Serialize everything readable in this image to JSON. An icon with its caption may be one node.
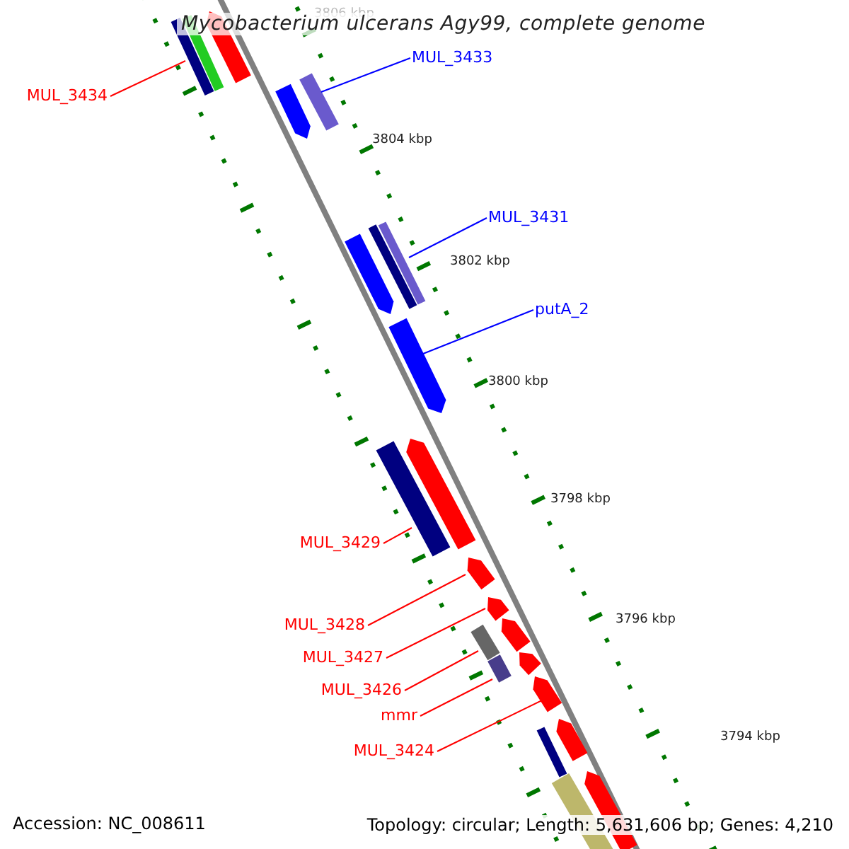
{
  "diagram": {
    "title": "Mycobacterium ulcerans Agy99, complete genome",
    "nodes": [
      {
        "text": [
          "MUL_3434"
        ]
      },
      {
        "text": [
          "MUL_3433"
        ]
      },
      {
        "text": [
          "MUL_3431"
        ]
      },
      {
        "text": [
          "putA_2"
        ]
      },
      {
        "text": [
          "MUL_3429"
        ]
      },
      {
        "text": [
          "MUL_3428"
        ]
      },
      {
        "text": [
          "MUL_3427"
        ]
      },
      {
        "text": [
          "MUL_3426"
        ]
      },
      {
        "text": [
          "mmr"
        ]
      },
      {
        "text": [
          "MUL_3424"
        ]
      },
      {
        "text": [],
        "shape": "bar"
      },
      {
        "text": [],
        "shape": "bar"
      },
      {
        "text": [],
        "shape": "bar"
      },
      {
        "text": [],
        "shape": "bar"
      },
      {
        "text": [],
        "shape": "bar"
      },
      {
        "text": [],
        "shape": "bar"
      },
      {
        "text": [],
        "shape": "bar"
      },
      {
        "text": [],
        "shape": "bar"
      },
      {
        "text": [],
        "shape": "bar"
      },
      {
        "text": [],
        "shape": "bar"
      },
      {
        "text": [],
        "shape": "bar"
      },
      {
        "text": [],
        "shape": "bar"
      },
      {
        "text": [],
        "shape": "bar"
      },
      {
        "text": [],
        "shape": "bar"
      },
      {
        "text": [],
        "shape": "bar"
      },
      {
        "text": [],
        "shape": "bar"
      },
      {
        "text": [],
        "shape": "bar"
      },
      {
        "text": [],
        "shape": "bar"
      },
      {
        "text": [],
        "shape": "bar"
      },
      {
        "text": [],
        "shape": "bar"
      },
      {
        "text": [],
        "shape": "bar"
      },
      {
        "text": [],
        "shape": "bar"
      }
    ],
    "edges": [
      {
        "from": 0,
        "to": 12,
        "arrow": "none"
      },
      {
        "from": 1,
        "to": 13,
        "arrow": "none",
        "color": "#0000ff"
      },
      {
        "from": 2,
        "to": 15,
        "arrow": "none",
        "color": "#0000ff"
      },
      {
        "from": 3,
        "to": 18,
        "arrow": "none",
        "color": "#0000ff"
      },
      {
        "from": 4,
        "to": 20,
        "arrow": "none"
      },
      {
        "from": 5,
        "to": 21,
        "arrow": "none"
      },
      {
        "from": 6,
        "to": 22,
        "arrow": "none"
      },
      {
        "from": 7,
        "to": 24,
        "arrow": "none"
      },
      {
        "from": 8,
        "to": 26,
        "arrow": "none"
      },
      {
        "from": 9,
        "to": 27,
        "arrow": "none"
      }
    ],
    "labels": [
      "3806 kbp",
      "3804 kbp",
      "3802 kbp",
      "3800 kbp",
      "3798 kbp",
      "3796 kbp",
      "3794 kbp",
      "Accession: NC_008611",
      "Topology: circular; Length: 5,631,606 bp; Genes: 4,210"
    ]
  }
}
